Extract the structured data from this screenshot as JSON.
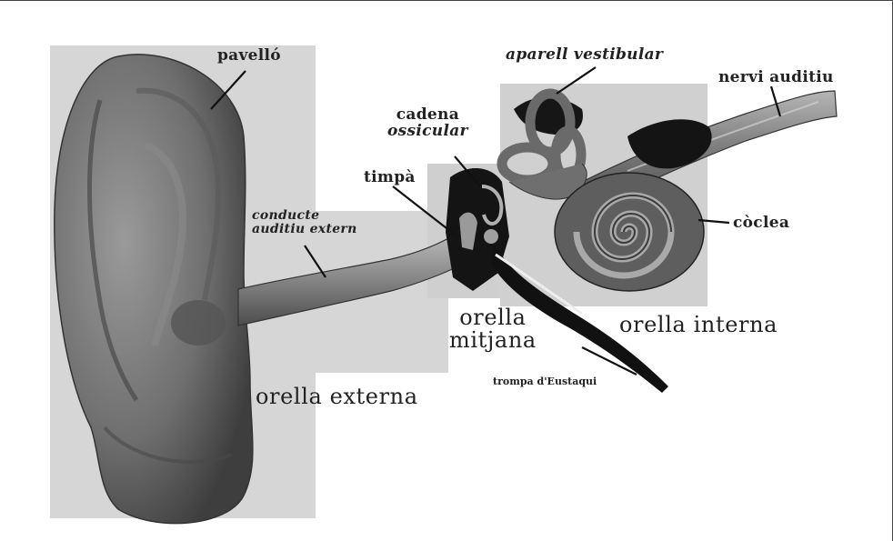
{
  "labels": {
    "pinna": "pavelló",
    "vestibular": "aparell vestibular",
    "auditory_nerve": "nervi auditiu",
    "ossicles_line1": "cadena",
    "ossicles_line2": "ossicular",
    "eardrum": "timpà",
    "canal_line1": "conducte",
    "canal_line2": "auditiu extern",
    "cochlea": "còclea",
    "middle_ear_line1": "orella",
    "middle_ear_line2": "mitjana",
    "inner_ear": "orella interna",
    "eustachian": "trompa d'Eustaqui",
    "outer_ear": "orella externa"
  },
  "colors": {
    "region_bg": "#d6d6d6",
    "tissue": "#7d7d7d",
    "tissue_dark": "#5a5a5a",
    "bone": "#111111",
    "canal_inner": "#a8a8a8"
  }
}
